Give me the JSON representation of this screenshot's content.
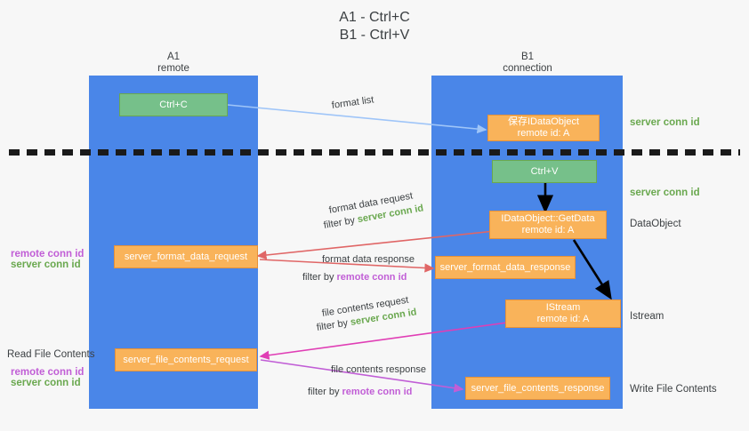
{
  "title": {
    "line1": "A1 - Ctrl+C",
    "line2": "B1 - Ctrl+V"
  },
  "columns": [
    {
      "name": "A1",
      "sub": "remote"
    },
    {
      "name": "B1",
      "sub": "connection"
    }
  ],
  "nodes": {
    "ctrl_c": {
      "label": "Ctrl+C"
    },
    "save_idataobject": {
      "line1": "保存IDataObject",
      "line2": "remote id: A"
    },
    "ctrl_v": {
      "label": "Ctrl+V"
    },
    "getdata": {
      "line1": "IDataObject::GetData",
      "line2": "remote id: A"
    },
    "server_format_data_request": {
      "label": "server_format_data_request"
    },
    "server_format_data_response": {
      "label": "server_format_data_response"
    },
    "istream": {
      "line1": "IStream",
      "line2": "remote id: A"
    },
    "server_file_contents_request": {
      "label": "server_file_contents_request"
    },
    "server_file_contents_response": {
      "label": "server_file_contents_response"
    }
  },
  "edge_labels": {
    "format_list": "format list",
    "format_data_request": "format data request",
    "filter_by": "filter by ",
    "server_conn_id": "server conn id",
    "remote_conn_id": "remote conn id",
    "format_data_response": "format data response",
    "file_contents_request": "file contents request",
    "file_contents_response": "file contents response"
  },
  "side_labels": {
    "right_server_conn_top": "server conn id",
    "right_server_conn_mid": "server conn id",
    "right_dataobject": "DataObject",
    "right_istream": "Istream",
    "right_write_file_contents": "Write File Contents",
    "left_remote_conn_1": "remote conn id",
    "left_server_conn_1": "server conn id",
    "left_read_file_contents": "Read File Contents",
    "left_remote_conn_2": "remote conn id",
    "left_server_conn_2": "server conn id"
  },
  "colors": {
    "lane": "#4a86e8",
    "green_node": "#76c08a",
    "orange_node": "#f9b35a",
    "arrow_blue": "#9fc5f8",
    "arrow_red": "#e06666",
    "arrow_purple": "#c15ed6",
    "arrow_magenta": "#e03eb5",
    "arrow_black": "#000000",
    "green_text": "#6aa84f",
    "purple_text": "#c15ed6",
    "background": "#f7f7f7"
  }
}
